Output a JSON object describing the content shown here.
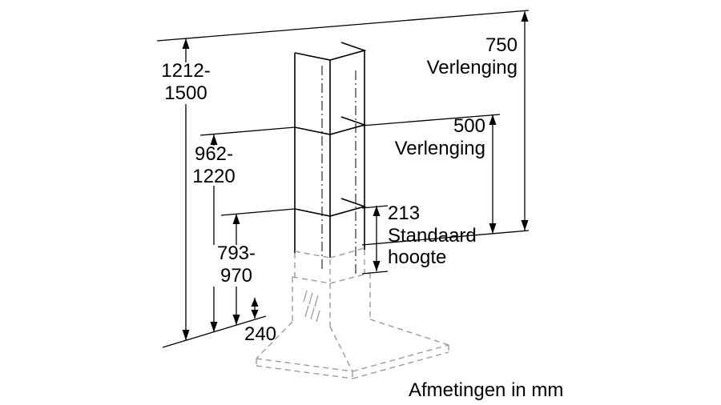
{
  "diagram": {
    "dimensions": {
      "total_height": {
        "value_line1": "1212-",
        "value_line2": "1500"
      },
      "height_with_extension_500": {
        "value_line1": "962-",
        "value_line2": "1220"
      },
      "height_standard": {
        "value_line1": "793-",
        "value_line2": "970"
      },
      "hood_body_height": {
        "value": "240"
      },
      "extension_750": {
        "value": "750",
        "label": "Verlenging"
      },
      "extension_500": {
        "value": "500",
        "label": "Verlenging"
      },
      "standard_chimney": {
        "value": "213",
        "label_line1": "Standaard",
        "label_line2": "hoogte"
      }
    },
    "footer": {
      "units_note": "Afmetingen in mm"
    }
  },
  "colors": {
    "line": "#000000",
    "hood_dashed": "#9b9b9b",
    "background": "#ffffff",
    "text": "#000000"
  }
}
